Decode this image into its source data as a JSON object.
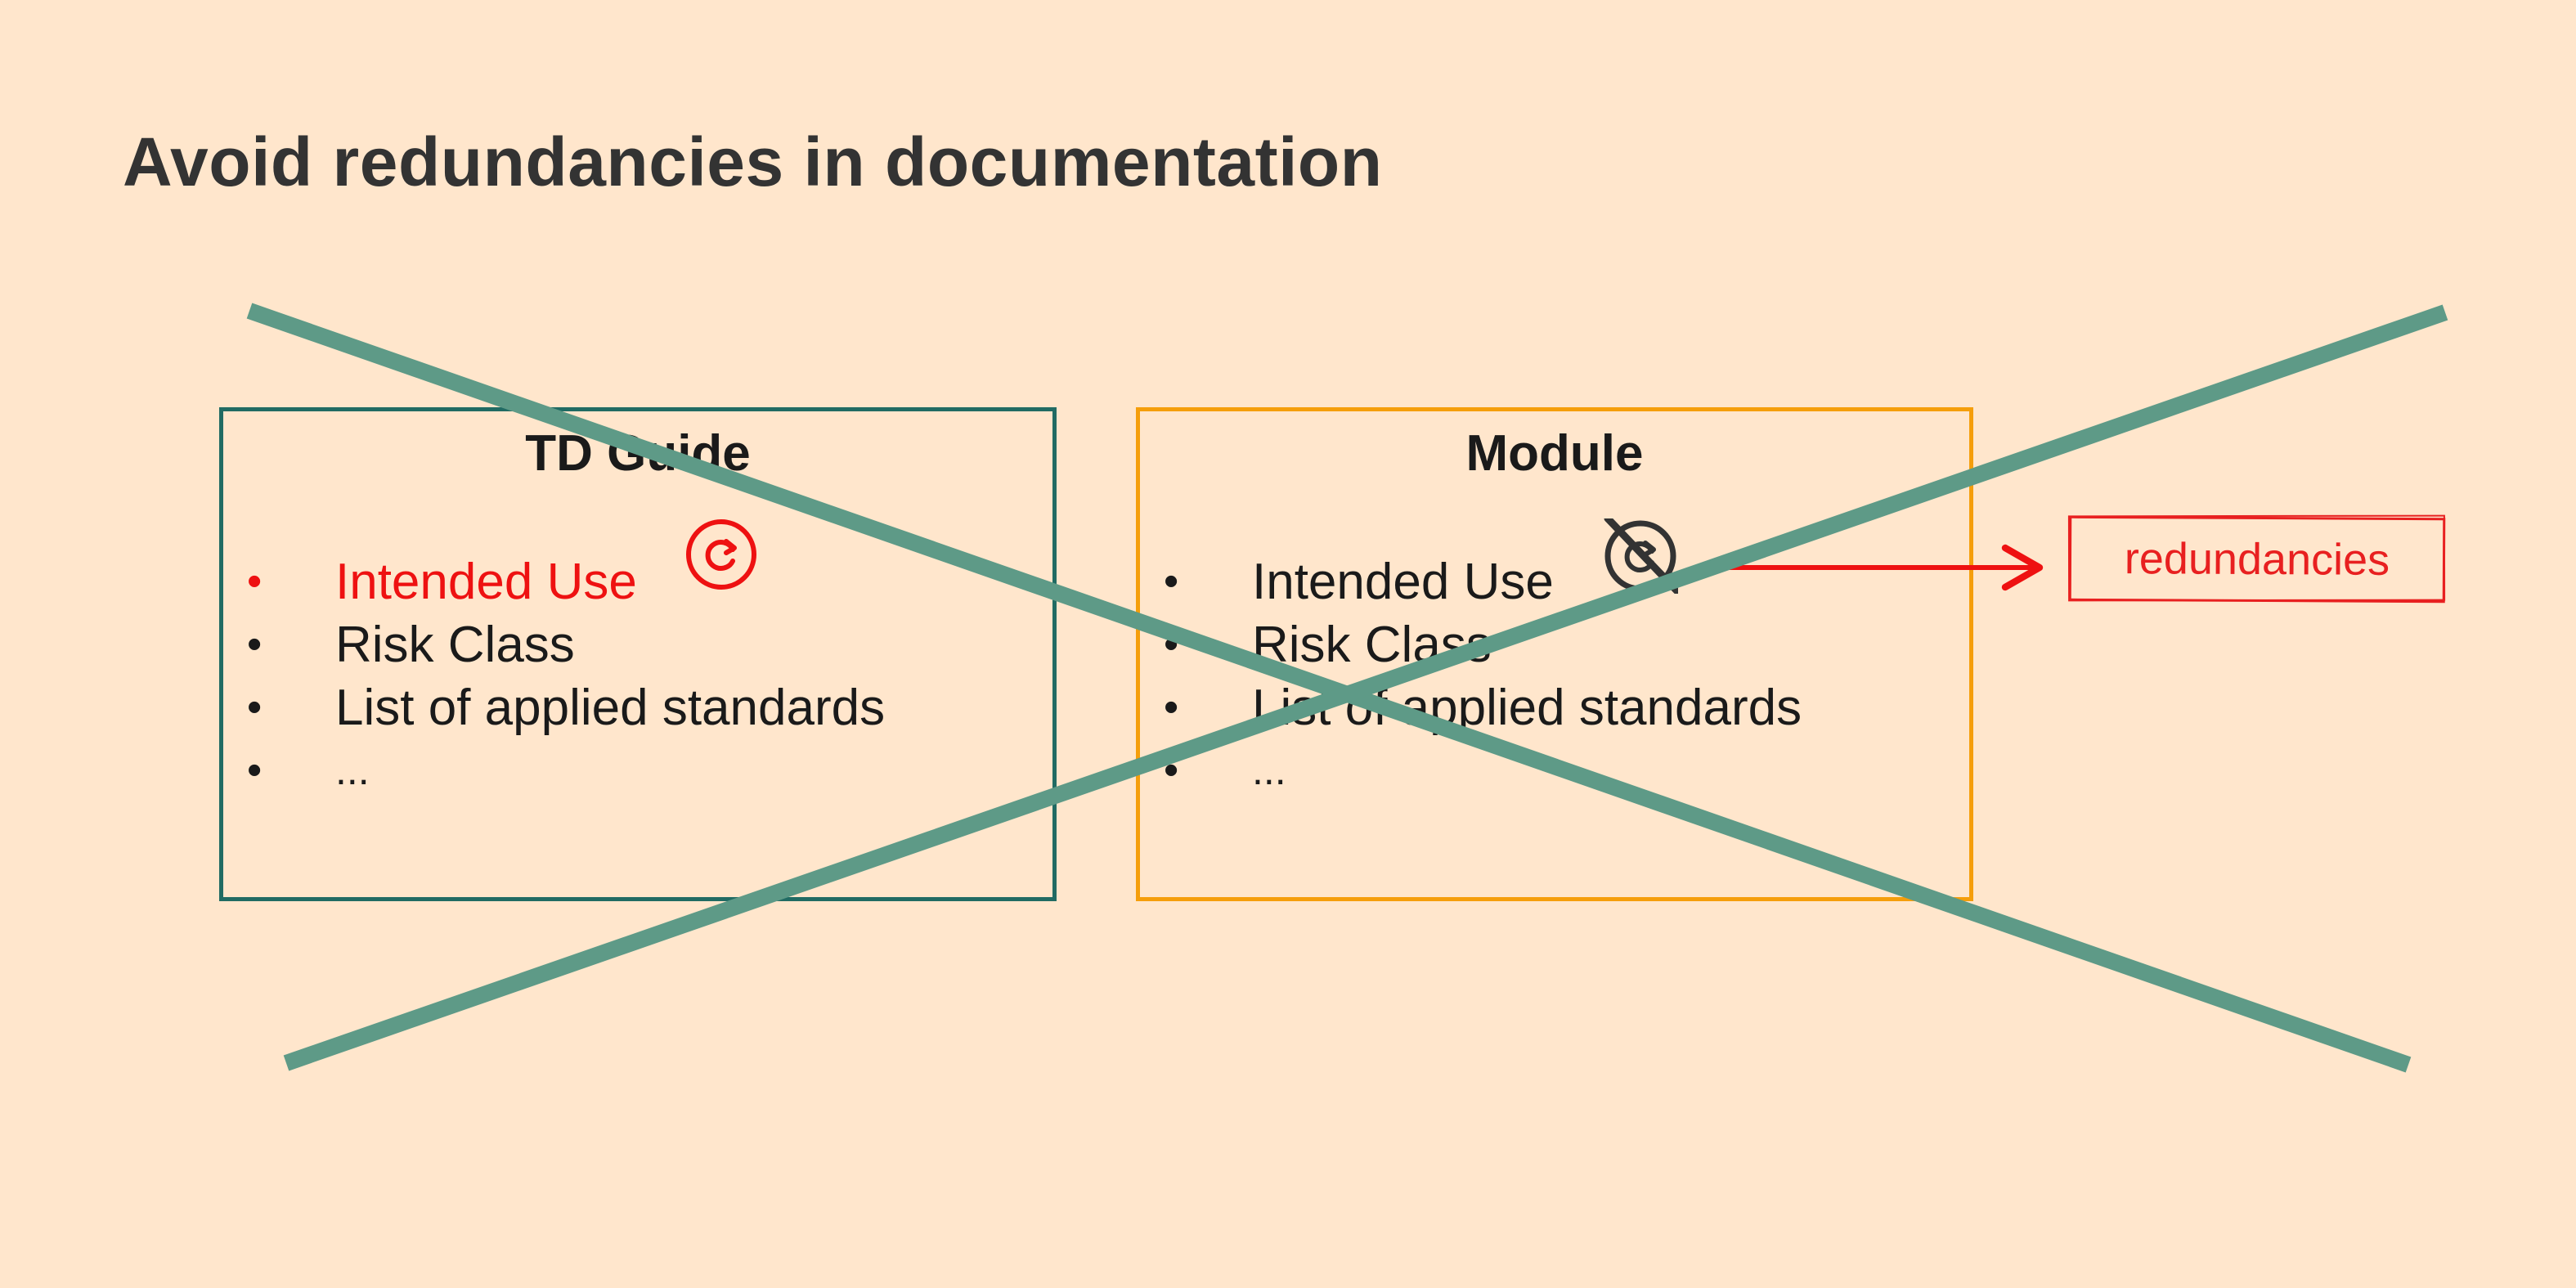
{
  "title": "Avoid redundancies in documentation",
  "boxes": {
    "guide": {
      "title": "TD Guide",
      "items": [
        "Intended Use",
        "Risk Class",
        "List of applied standards",
        "..."
      ]
    },
    "module": {
      "title": "Module",
      "items": [
        "Intended Use",
        "Risk Class",
        "List of applied standards",
        "..."
      ]
    }
  },
  "badge": "redundancies",
  "icons": {
    "guide": "refresh-icon",
    "module": "refresh-off-icon"
  },
  "colors": {
    "background": "#ffe6cc",
    "cross": "#5e9a87",
    "accent": "#ee1111",
    "guide_border": "#216b63",
    "module_border": "#f59e0b"
  }
}
